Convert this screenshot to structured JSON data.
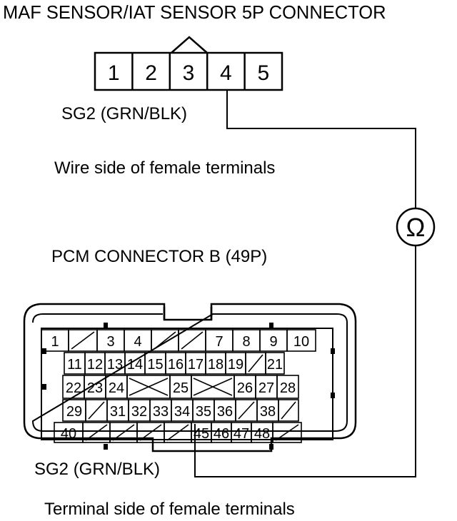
{
  "maf_connector": {
    "title": "MAF SENSOR/IAT SENSOR 5P CONNECTOR",
    "pins": [
      "1",
      "2",
      "3",
      "4",
      "5"
    ],
    "wire_label": "SG2 (GRN/BLK)",
    "view_label": "Wire side of female terminals"
  },
  "meter": {
    "symbol": "Ω"
  },
  "pcm_connector": {
    "title": "PCM CONNECTOR B (49P)",
    "rows": [
      [
        "1",
        "",
        "3",
        "4",
        "",
        "",
        "7",
        "8",
        "9",
        "10"
      ],
      [
        "11",
        "12",
        "13",
        "14",
        "15",
        "16",
        "17",
        "18",
        "19",
        "",
        "21"
      ],
      [
        "22",
        "23",
        "24",
        "",
        "25",
        "",
        "26",
        "27",
        "28"
      ],
      [
        "29",
        "",
        "31",
        "32",
        "33",
        "34",
        "35",
        "36",
        "",
        "38",
        ""
      ],
      [
        "40",
        "",
        "",
        "",
        "",
        "45",
        "46",
        "47",
        "48",
        ""
      ]
    ],
    "wire_label": "SG2 (GRN/BLK)",
    "view_label": "Terminal side of female terminals"
  }
}
